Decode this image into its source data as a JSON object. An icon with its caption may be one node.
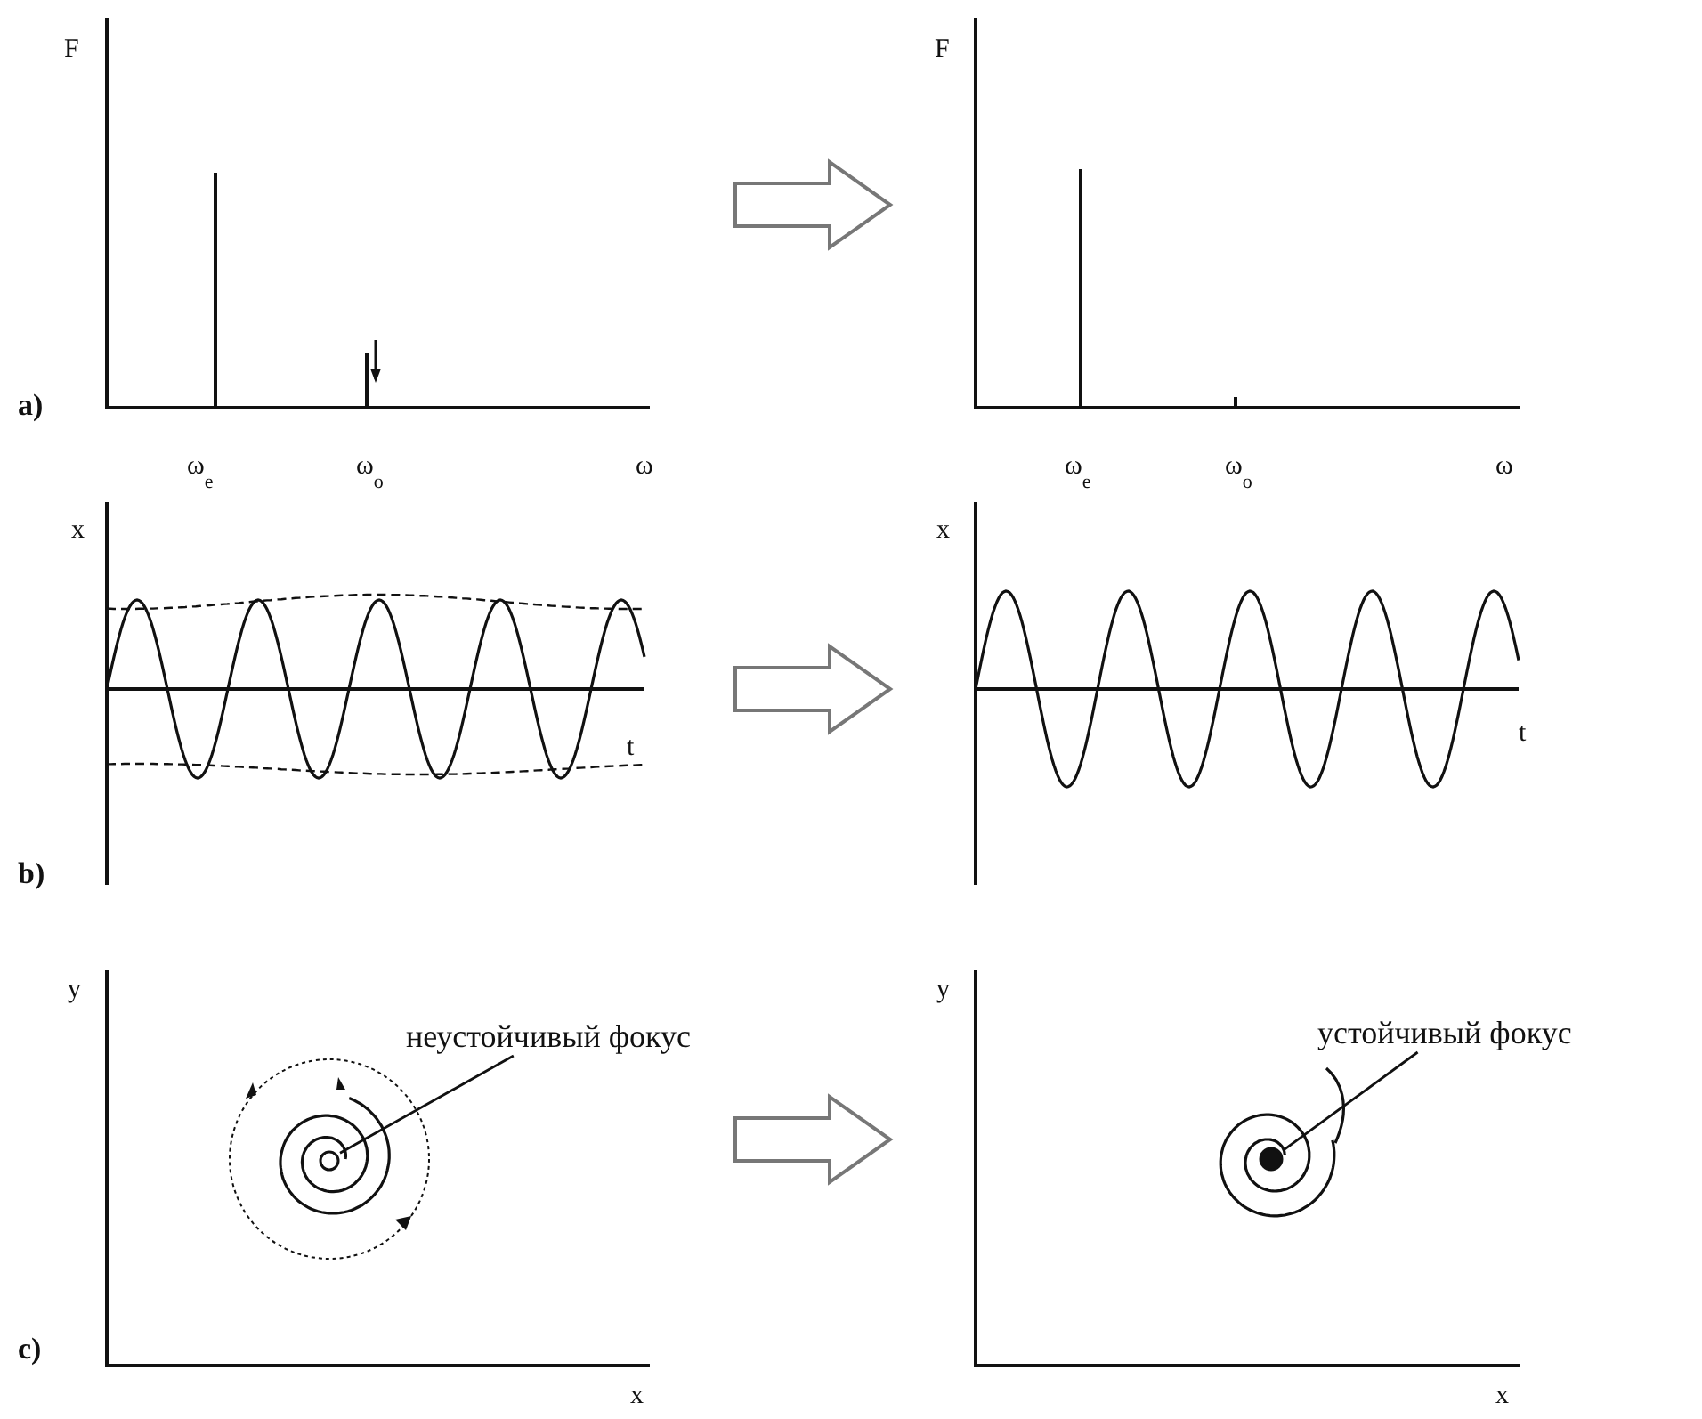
{
  "diagram": {
    "nodes": [
      {
        "text": [],
        "shape": "picture"
      },
      {
        "text": [],
        "shape": "picture"
      },
      {
        "text": [],
        "shape": "picture"
      },
      {
        "text": [],
        "shape": "picture"
      },
      {
        "text": [],
        "shape": "picture"
      },
      {
        "text": [],
        "shape": "picture"
      },
      {
        "text": [
          "неустойчивый фокус"
        ],
        "in": 4
      },
      {
        "text": [],
        "shape": "circle",
        "in": 4
      },
      {
        "text": [
          "устойчивый фокус"
        ],
        "in": 5
      },
      {
        "text": [],
        "shape": "circle",
        "in": 5
      }
    ],
    "edges": [
      {
        "from": 0,
        "to": 1,
        "arrow": "to",
        "style": "thick"
      },
      {
        "from": 2,
        "to": 3,
        "arrow": "to",
        "style": "thick"
      },
      {
        "from": 4,
        "to": 5,
        "arrow": "to",
        "style": "thick"
      },
      {
        "from": 6,
        "to": 7,
        "arrow": "none"
      },
      {
        "from": 8,
        "to": 9,
        "arrow": "none"
      }
    ],
    "labels": [
      "F",
      "a)",
      "ω$_{e}$",
      "ω$_{o}$",
      "ω",
      "F",
      "ω$_{e}$",
      "ω$_{o}$",
      "ω",
      "x",
      "t",
      "b)",
      "x",
      "t",
      "y",
      "c)",
      "x",
      "y",
      "x"
    ]
  }
}
